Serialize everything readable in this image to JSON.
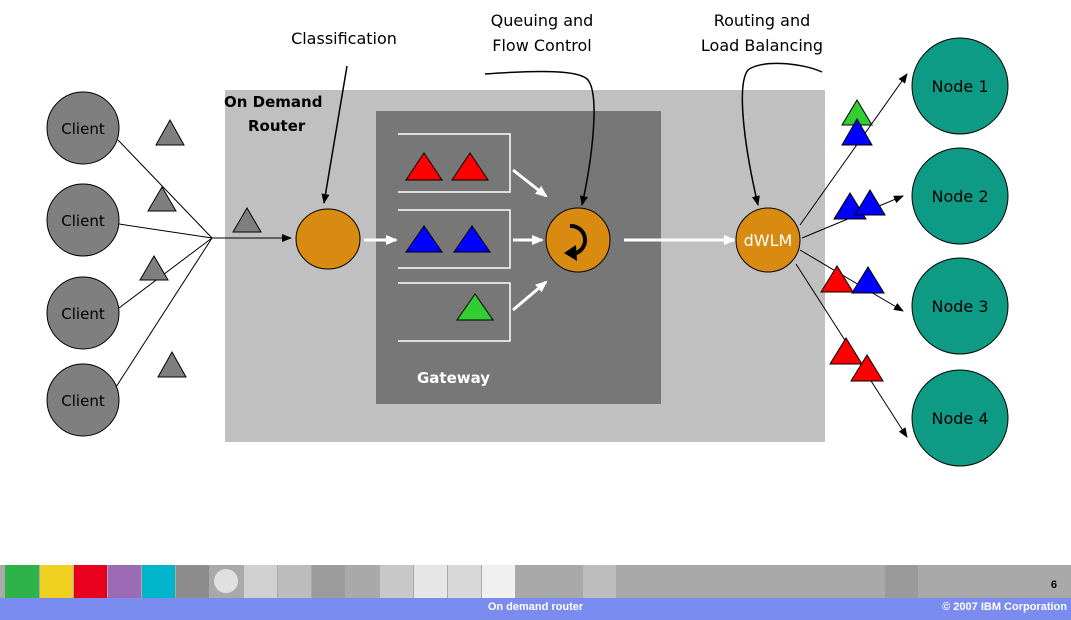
{
  "clients": [
    "Client",
    "Client",
    "Client",
    "Client"
  ],
  "nodes": [
    "Node 1",
    "Node 2",
    "Node 3",
    "Node 4"
  ],
  "labels": {
    "classification": "Classification",
    "queuing_line1": "Queuing and",
    "queuing_line2": "Flow Control",
    "routing_line1": "Routing and",
    "routing_line2": "Load Balancing",
    "odr_line1": "On Demand",
    "odr_line2": "Router",
    "gateway": "Gateway",
    "dwlm": "dWLM"
  },
  "footer": {
    "title": "On demand router",
    "copyright": "© 2007 IBM Corporation",
    "slide_number": "6"
  },
  "colors": {
    "client_fill": "#7f7f7f",
    "node_fill": "#0e9b86",
    "router_box": "#c0c0c0",
    "gateway_box": "#777777",
    "process_fill": "#d98a10",
    "red": "#ff0000",
    "blue": "#0000ff",
    "green": "#33cc33",
    "footer_bar": "#7b8cf0"
  }
}
